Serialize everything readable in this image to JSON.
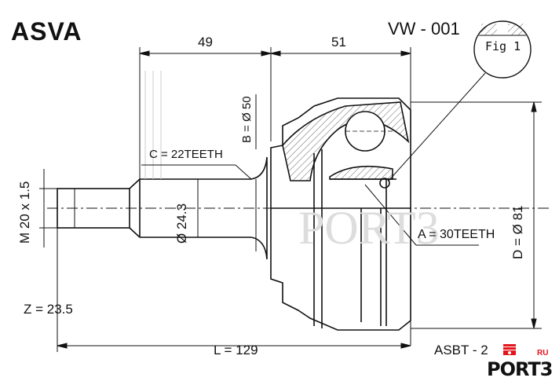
{
  "brand": "ASVA",
  "part_code": "VW - 001",
  "fig_label": "Fig 1",
  "dimensions": {
    "shaft_length": "49",
    "housing_length": "51",
    "boot_diameter": "B = Ø 50",
    "outer_spline": "C = 22TEETH",
    "thread": "M 20 x 1.5",
    "shaft_diameter": "Ø 24.3",
    "inner_spline": "A = 30TEETH",
    "outer_diameter": "D = Ø 81",
    "abs_teeth": "Z = 23.5",
    "total_length": "L = 129"
  },
  "footer_ref": "ASBT - 2",
  "watermark": {
    "logo_text": "PORT3",
    "logo_suffix": "RU",
    "accent": "#e3141b"
  }
}
